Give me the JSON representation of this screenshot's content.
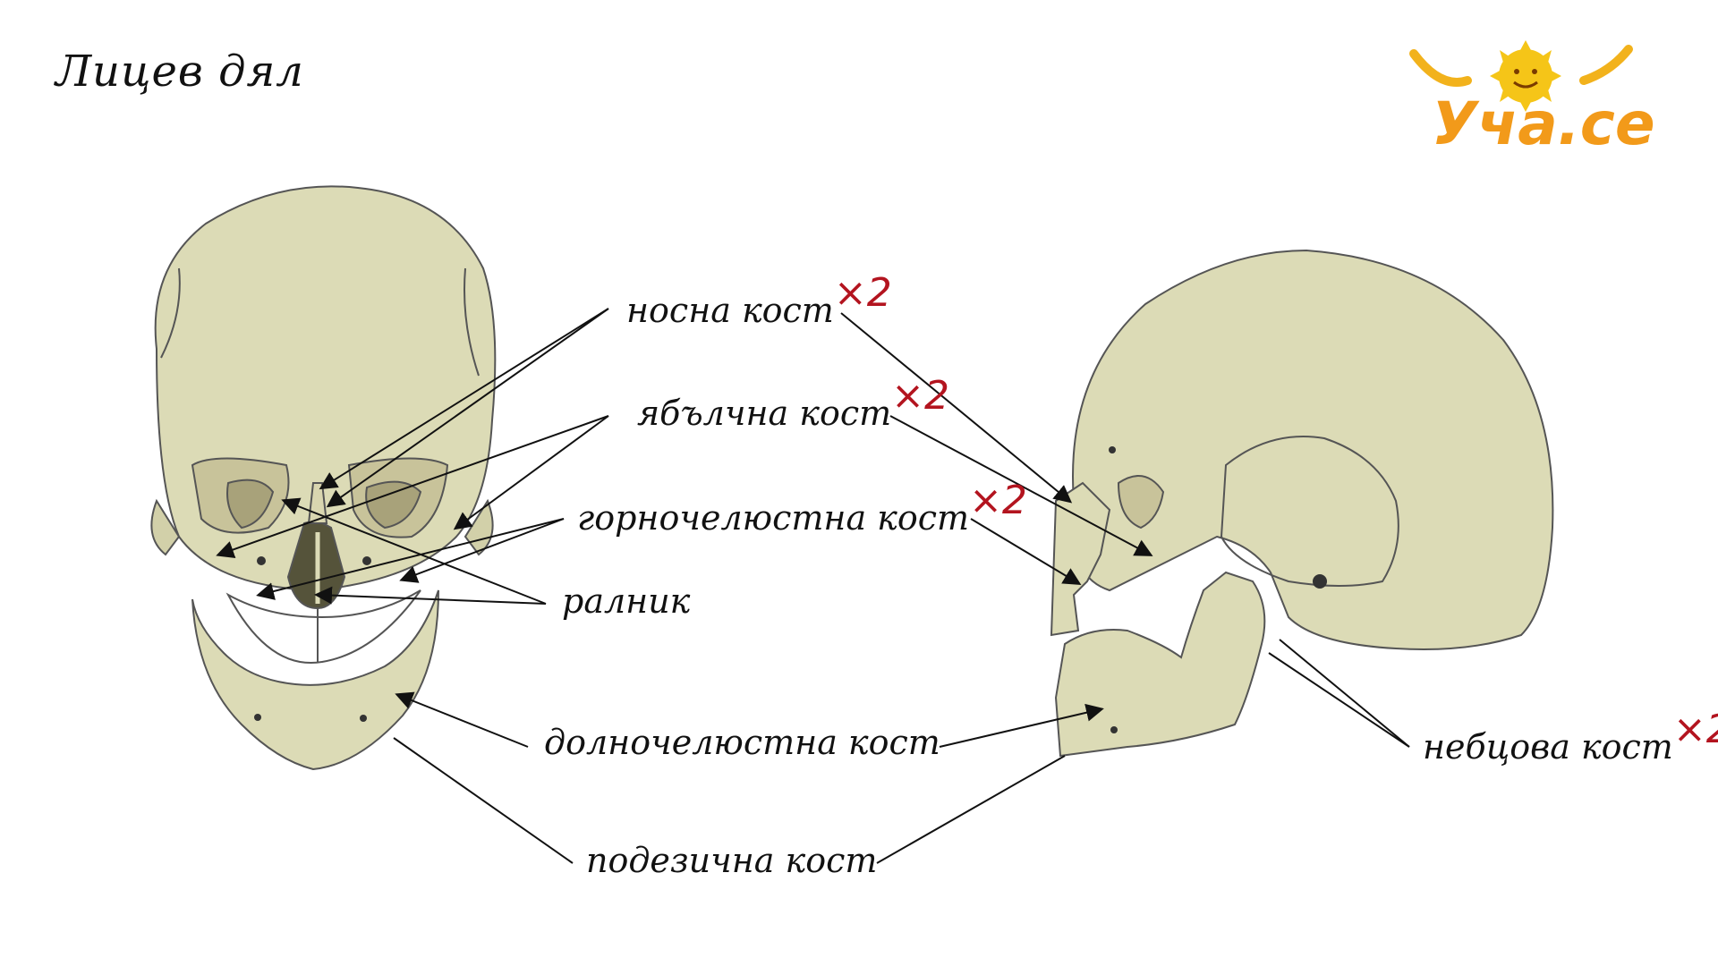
{
  "title": "Лицев дял",
  "logo": {
    "text": "Уча.се"
  },
  "labels": {
    "nasal": "носна кост",
    "zygomatic": "ябълчна кост",
    "maxilla": "горночелюстна кост",
    "vomer": "ралник",
    "mandible": "долночелюстна кост",
    "hyoid": "подезична кост",
    "palatine": "небцова кост"
  },
  "multiplier": "×2",
  "colors": {
    "bone": "#dcdbb6",
    "bone_shade": "#c8c39a",
    "outline": "#555555",
    "accent": "#b3141f",
    "logo": "#f29a1a"
  }
}
